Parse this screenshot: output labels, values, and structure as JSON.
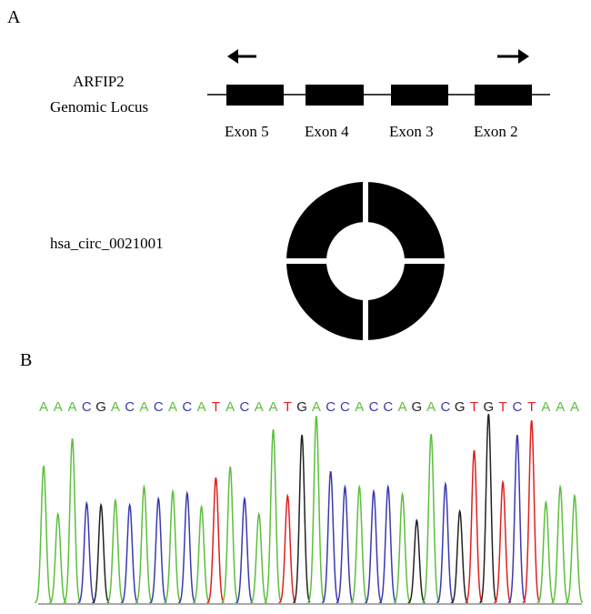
{
  "panel_a": {
    "label": "A",
    "gene": "ARFIP2",
    "locus": "Genomic Locus",
    "exons": [
      "Exon 5",
      "Exon 4",
      "Exon 3",
      "Exon 2"
    ],
    "circ_name": "hsa_circ_0021001"
  },
  "panel_b": {
    "label": "B",
    "sequence": "AAACGACACACATACAATGACCACCAGACGTGTCTAAA",
    "base_colors": {
      "A": "#5cbf3c",
      "C": "#3a3ab0",
      "G": "#222222",
      "T": "#e02020"
    },
    "peak_intensity": [
      151,
      98,
      181,
      110,
      108,
      113,
      108,
      128,
      115,
      123,
      121,
      106,
      138,
      150,
      115,
      98,
      191,
      118,
      185,
      206,
      145,
      128,
      128,
      123,
      128,
      120,
      91,
      186,
      131,
      101,
      168,
      208,
      133,
      185,
      201,
      111,
      128,
      118
    ]
  }
}
